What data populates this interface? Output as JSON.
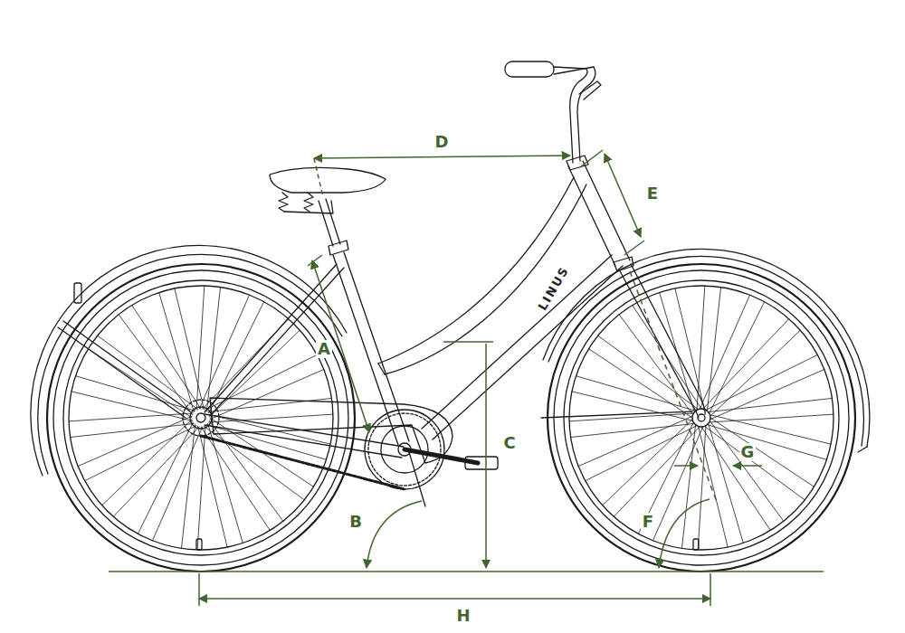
{
  "diagram": {
    "labels": [
      "A",
      "B",
      "C",
      "D",
      "E",
      "F",
      "G",
      "H",
      "LINUS"
    ]
  }
}
